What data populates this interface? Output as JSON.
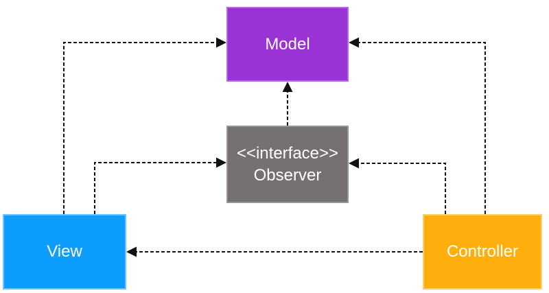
{
  "diagram_type": "uml-mvc-observer",
  "colors": {
    "background": "#FFFFFF",
    "arrow": "#111111",
    "label_text": "#FFFFFF"
  },
  "nodes": {
    "model": {
      "label": "Model",
      "fill": "#9933D6",
      "border": "#B468E3"
    },
    "observer": {
      "stereotype": "<<interface>>",
      "label": "Observer",
      "fill": "#767171",
      "border": "#9B9696"
    },
    "view": {
      "label": "View",
      "fill": "#0D9DFF",
      "border": "#6EC4FF"
    },
    "controller": {
      "label": "Controller",
      "fill": "#FFAF0D",
      "border": "#FFD06E"
    }
  },
  "edges": [
    {
      "id": "view-to-model",
      "from": "View",
      "to": "Model",
      "line": "dashed",
      "arrowhead": "solid-triangle"
    },
    {
      "id": "view-to-observer",
      "from": "View",
      "to": "Observer",
      "line": "dashed",
      "arrowhead": "solid-triangle"
    },
    {
      "id": "controller-to-model",
      "from": "Controller",
      "to": "Model",
      "line": "dashed",
      "arrowhead": "solid-triangle"
    },
    {
      "id": "controller-to-observer",
      "from": "Controller",
      "to": "Observer",
      "line": "dashed",
      "arrowhead": "solid-triangle"
    },
    {
      "id": "controller-to-view",
      "from": "Controller",
      "to": "View",
      "line": "dashed",
      "arrowhead": "solid-triangle"
    },
    {
      "id": "observer-to-model",
      "from": "Observer",
      "to": "Model",
      "line": "dashed",
      "arrowhead": "solid-triangle"
    }
  ]
}
